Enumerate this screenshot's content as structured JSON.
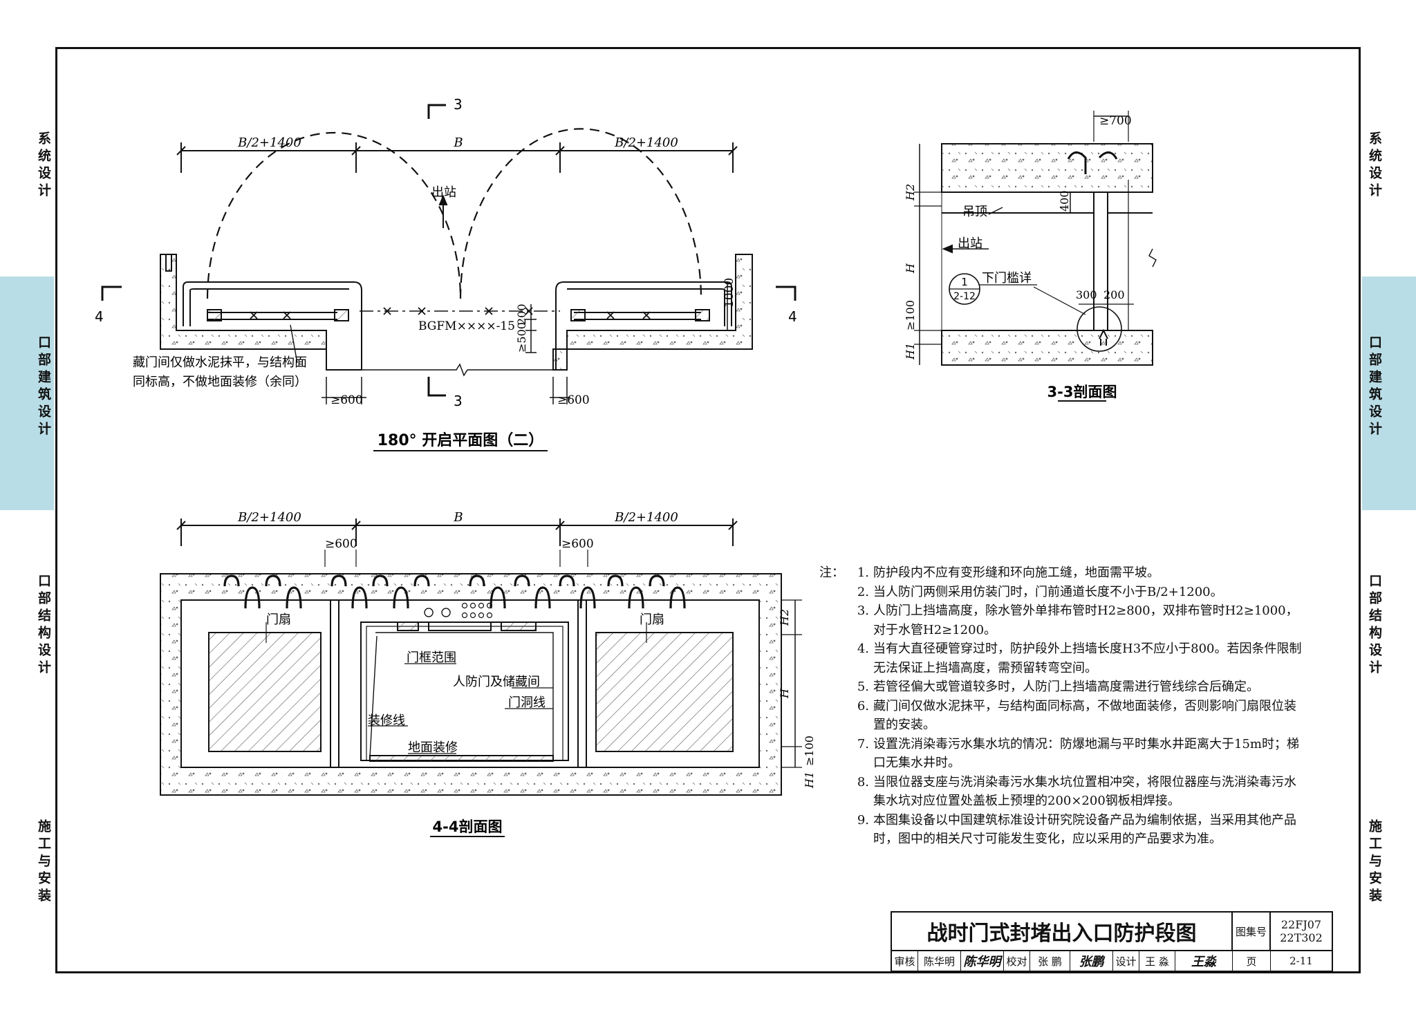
{
  "side_labels": [
    "系统设计",
    "口部建筑设计",
    "口部结构设计",
    "施工与安装"
  ],
  "plan": {
    "caption": "180° 开启平面图（二）",
    "dim_left": "B/2+1400",
    "dim_mid": "B",
    "dim_right": "B/2+1400",
    "exit_label": "出站",
    "door_code": "BGFM××××-15",
    "dim_1000": "1000",
    "dim_500": "≥500",
    "dim_200": "200",
    "dim_600_left": "≥600",
    "dim_600_right": "≥600",
    "note": [
      "藏门间仅做水泥抹平，与结构面",
      "同标高，不做地面装修（余同）"
    ],
    "section_3_top": "3",
    "section_3_bottom": "3",
    "section_4_left": "4",
    "section_4_right": "4"
  },
  "section33": {
    "caption": "3-3剖面图",
    "dim_700": "≥700",
    "dim_400": "400",
    "label_ceiling": "吊顶",
    "label_exit": "出站",
    "label_sill": "下门槛详",
    "detail_top": "1",
    "detail_bottom": "2-12",
    "dim_300": "300",
    "dim_200": "200",
    "dim_100": "≥100",
    "H2": "H2",
    "H": "H",
    "H1": "H1"
  },
  "section44": {
    "caption": "4-4剖面图",
    "dim_left": "B/2+1400",
    "dim_mid": "B",
    "dim_right": "B/2+1400",
    "dim_600_left": "≥600",
    "dim_600_right": "≥600",
    "label_leaf_left": "门扇",
    "label_leaf_right": "门扇",
    "label_frame": "门框范围",
    "label_storage": "人防门及储藏间",
    "label_opening": "门洞线",
    "label_finish_line": "装修线",
    "label_floor": "地面装修",
    "H2": "H2",
    "H": "H",
    "H1": "H1",
    "dim_100": "≥100"
  },
  "notes": {
    "lead": "注：",
    "items": [
      {
        "num": "1.",
        "text": "防护段内不应有变形缝和环向施工缝，地面需平坡。"
      },
      {
        "num": "2.",
        "text": "当人防门两侧采用仿装门时，门前通道长度不小于B/2+1200。"
      },
      {
        "num": "3.",
        "text": "人防门上挡墙高度，除水管外单排布管时H2≥800，双排布管时H2≥1000，对于水管H2≥1200。"
      },
      {
        "num": "4.",
        "text": "当有大直径硬管穿过时，防护段外上挡墙长度H3不应小于800。若因条件限制无法保证上挡墙高度，需预留转弯空间。"
      },
      {
        "num": "5.",
        "text": "若管径偏大或管道较多时，人防门上挡墙高度需进行管线综合后确定。"
      },
      {
        "num": "6.",
        "text": "藏门间仅做水泥抹平，与结构面同标高，不做地面装修，否则影响门扇限位装置的安装。"
      },
      {
        "num": "7.",
        "text": "设置洗消染毒污水集水坑的情况：防爆地漏与平时集水井距离大于15m时；梯口无集水井时。"
      },
      {
        "num": "8.",
        "text": "当限位器支座与洗消染毒污水集水坑位置相冲突，将限位器座与洗消染毒污水集水坑对应位置处盖板上预埋的200×200钢板相焊接。"
      },
      {
        "num": "9.",
        "text": "本图集设备以中国建筑标准设计研究院设备产品为编制依据，当采用其他产品时，图中的相关尺寸可能发生变化，应以采用的产品要求为准。"
      }
    ]
  },
  "title_block": {
    "title": "战时门式封堵出入口防护段图",
    "atlas_label": "图集号",
    "atlas_1": "22FJ07",
    "atlas_2": "22T302",
    "review_label": "审核",
    "reviewer": "陈华明",
    "reviewer_sig": "陈华明",
    "check_label": "校对",
    "checker": "张 鹏",
    "checker_sig": "张鹏",
    "design_label": "设计",
    "designer": "王 淼",
    "designer_sig": "王淼",
    "page_label": "页",
    "page": "2-11"
  },
  "colors": {
    "band": "#b9dde6",
    "line": "#111111",
    "hatch": "#555555"
  }
}
